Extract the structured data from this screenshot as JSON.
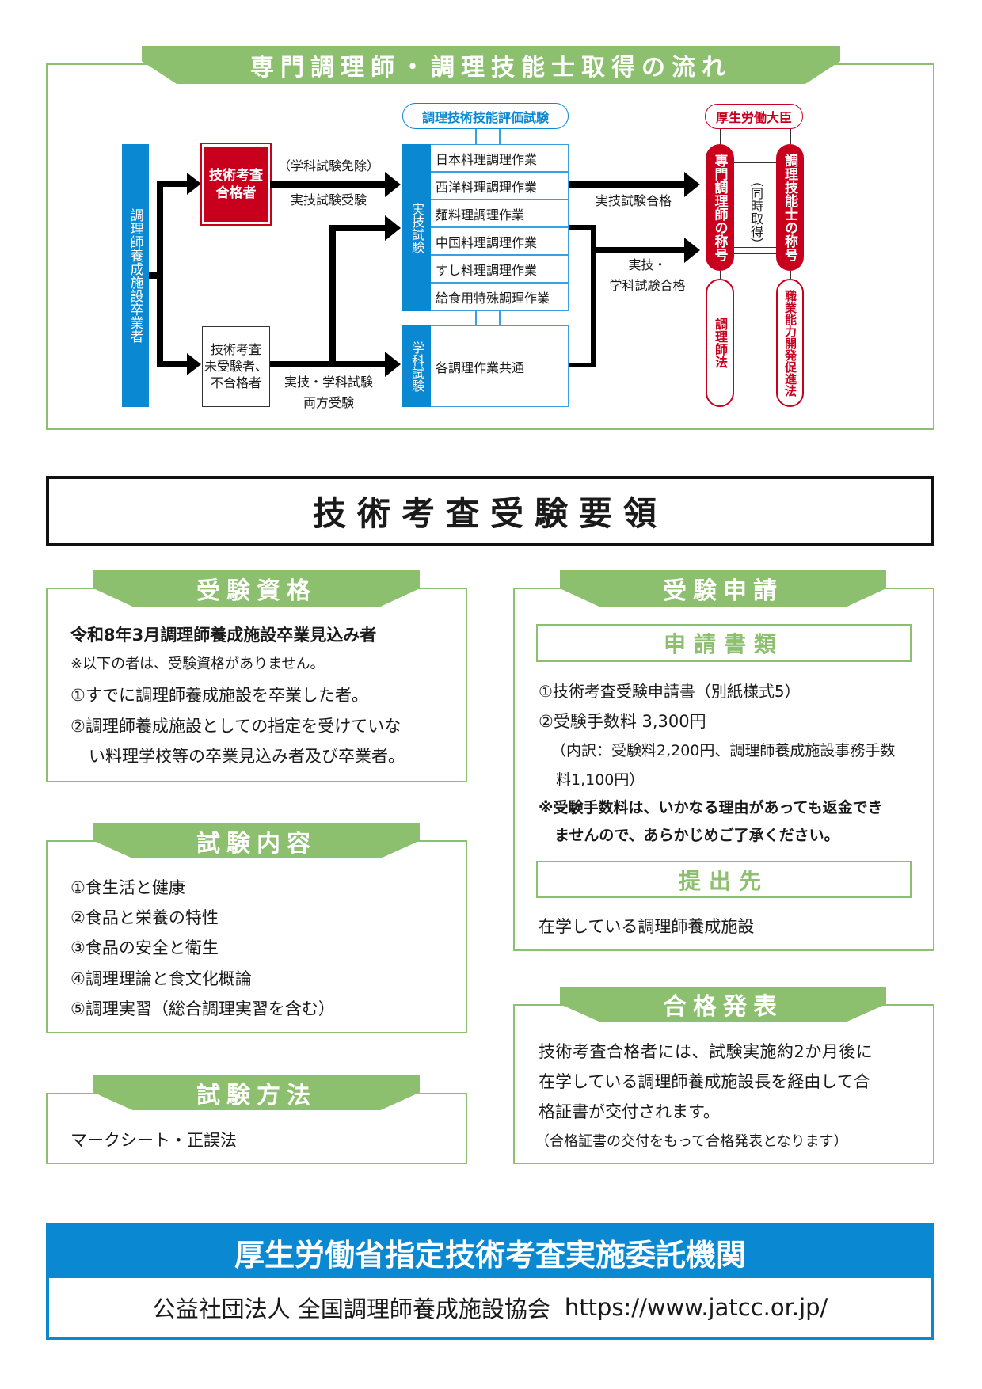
{
  "flow": {
    "title": "専門調理師・調理技能士取得の流れ",
    "graduates": "調理師養成施設卒業者",
    "passed": [
      "技術考査",
      "合格者"
    ],
    "not_passed": [
      "技術考査",
      "未受験者、",
      "不合格者"
    ],
    "exempt_label": "（学科試験免除）",
    "practical_exam_label": "実技試験受験",
    "both_exam_label": [
      "実技・学科試験",
      "両方受験"
    ],
    "evaluation_exam": "調理技術技能評価試験",
    "practical_exam": "実技試験",
    "practical_items": [
      "日本料理調理作業",
      "西洋料理調理作業",
      "麺料理調理作業",
      "中国料理調理作業",
      "すし料理調理作業",
      "給食用特殊調理作業"
    ],
    "academic_exam": "学科試験",
    "academic_item": "各調理作業共通",
    "practical_pass": "実技試験合格",
    "both_pass": [
      "実技・",
      "学科試験合格"
    ],
    "minister": "厚生労働大臣",
    "title_specialist": "専門調理師の称号",
    "title_technician": "調理技能士の称号",
    "simultaneous": "（同時取得）",
    "law_cooks": "調理師法",
    "law_vocational": "職業能力開発促進法"
  },
  "guide": {
    "title": "技術考査受験要領",
    "eligibility": {
      "heading": "受験資格",
      "lines": [
        "令和8年3月調理師養成施設卒業見込み者",
        "※以下の者は、受験資格がありません。",
        "①すでに調理師養成施設を卒業した者。",
        "②調理師養成施設としての指定を受けていな",
        "い料理学校等の卒業見込み者及び卒業者。"
      ]
    },
    "content": {
      "heading": "試験内容",
      "lines": [
        "①食生活と健康",
        "②食品と栄養の特性",
        "③食品の安全と衛生",
        "④調理理論と食文化概論",
        "⑤調理実習（総合調理実習を含む）"
      ]
    },
    "method": {
      "heading": "試験方法",
      "text": "マークシート・正誤法"
    },
    "application": {
      "heading": "受験申請",
      "docs_heading": "申請書類",
      "lines": [
        "①技術考査受験申請書（別紙様式5）",
        "②受験手数料 3,300円",
        "（内訳：受験料2,200円、調理師養成施設事務手数",
        "料1,100円）",
        "※受験手数料は、いかなる理由があっても返金でき",
        "ませんので、あらかじめご了承ください。"
      ],
      "submit_heading": "提出先",
      "submit_text": "在学している調理師養成施設"
    },
    "announcement": {
      "heading": "合格発表",
      "lines": [
        "技術考査合格者には、試験実施約2か月後に",
        "在学している調理師養成施設長を経由して合",
        "格証書が交付されます。",
        "（合格証書の交付をもって合格発表となります）"
      ]
    }
  },
  "footer": {
    "title": "厚生労働省指定技術考査実施委託機関",
    "organization": "公益社団法人 全国調理師養成施設協会",
    "url": "https://www.jatcc.or.jp/"
  },
  "colors": {
    "green": "#8cbf6e",
    "blue": "#0a88d2",
    "red": "#c8001e"
  }
}
